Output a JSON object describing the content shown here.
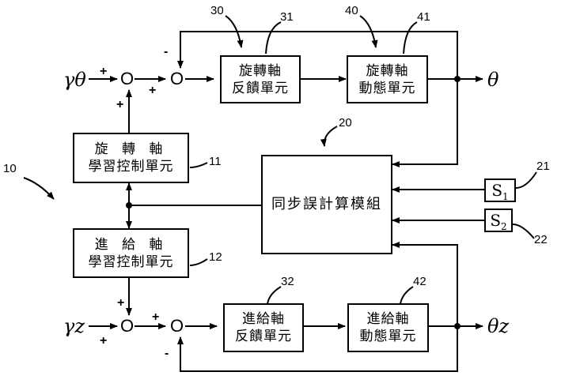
{
  "rotary": {
    "input": "γθ",
    "output": "θ",
    "feedback_unit": [
      "旋轉軸",
      "反饋單元"
    ],
    "dynamic_unit": [
      "旋轉軸",
      "動態單元"
    ],
    "learning_unit": [
      "旋 轉 軸",
      "學習控制單元"
    ]
  },
  "feed": {
    "input": "γz",
    "output": "θz",
    "feedback_unit": [
      "進給軸",
      "反饋單元"
    ],
    "dynamic_unit": [
      "進給軸",
      "動態單元"
    ],
    "learning_unit": [
      "進 給 軸",
      "學習控制單元"
    ]
  },
  "sync_module": "同步誤計算模組",
  "sensors": {
    "s1": "S",
    "s1_sub": "1",
    "s2": "S",
    "s2_sub": "2"
  },
  "summing_symbol": "O",
  "signs": {
    "plus": "+",
    "minus": "-"
  },
  "ref": {
    "system": "10",
    "rot_learn": "11",
    "feed_learn": "12",
    "sync": "20",
    "s1": "21",
    "s2": "22",
    "rot_fb_group": "30",
    "rot_fb": "31",
    "feed_fb": "32",
    "rot_dyn_group": "40",
    "rot_dyn": "41",
    "feed_dyn": "42"
  }
}
